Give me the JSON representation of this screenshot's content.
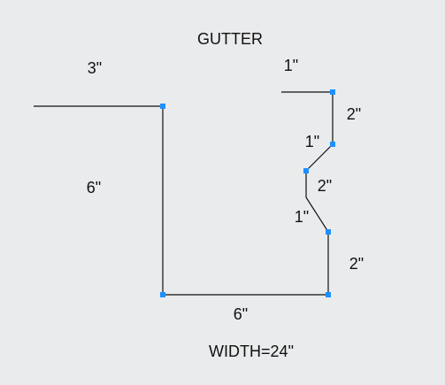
{
  "title": "GUTTER",
  "footer": "WIDTH=24\"",
  "colors": {
    "background": "#eaebec",
    "line": "#111111",
    "vertex": "#1e90ff",
    "text": "#111111"
  },
  "dimensions": {
    "top_left": "3\"",
    "left_vertical": "6\"",
    "bottom": "6\"",
    "top_right": "1\"",
    "right_upper": "2\"",
    "right_step_upper": "1\"",
    "right_middle": "2\"",
    "right_step_lower": "1\"",
    "right_lower": "2\""
  }
}
